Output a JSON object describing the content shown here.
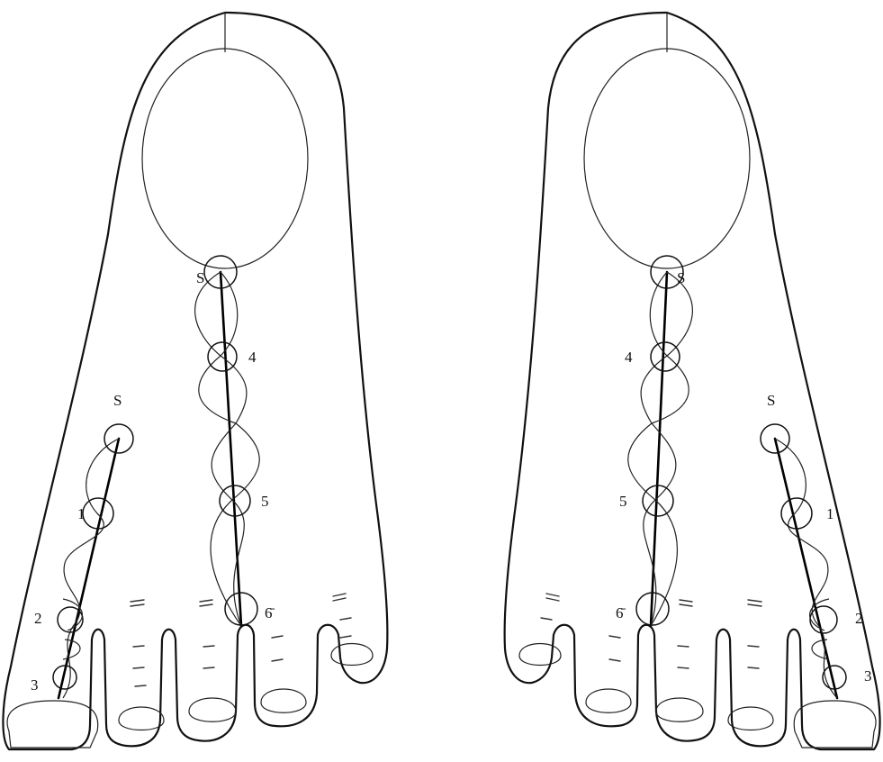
{
  "left_foot": {
    "label_s_heel": "S",
    "label_4": "4",
    "label_5": "5",
    "label_6": "6̄",
    "label_s_side": "S",
    "label_1": "1",
    "label_2": "2",
    "label_3": "3"
  },
  "right_foot": {
    "label_s_heel": "S",
    "label_4": "4",
    "label_5": "5",
    "label_6": "6̄",
    "label_s_side": "S",
    "label_1": "1",
    "label_2": "2",
    "label_3": "3"
  }
}
